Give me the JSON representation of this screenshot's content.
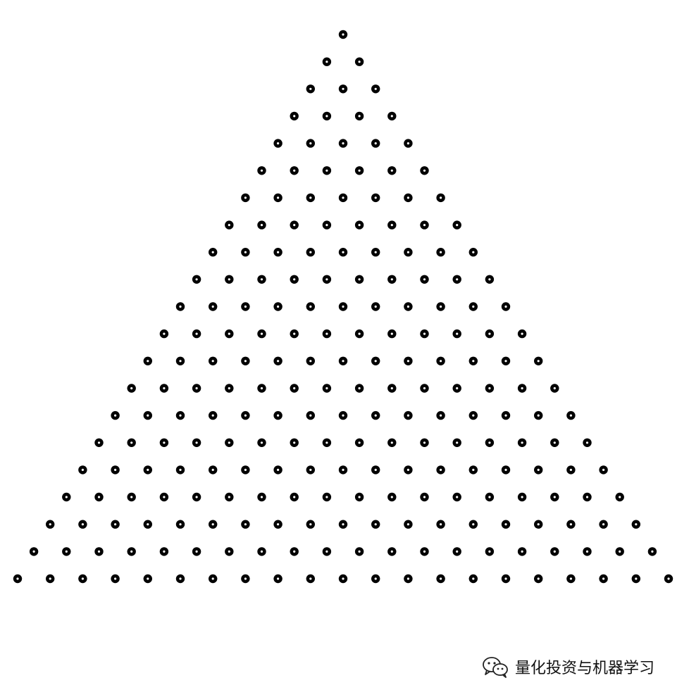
{
  "diagram": {
    "shape": "triangular dot array",
    "rows": 21,
    "dots_per_row": [
      1,
      2,
      3,
      4,
      5,
      6,
      7,
      8,
      9,
      10,
      11,
      12,
      13,
      14,
      15,
      16,
      17,
      18,
      19,
      20,
      21
    ],
    "dot_color": "#000000",
    "dot_center_color": "#ffffff",
    "background_color": "#ffffff"
  },
  "watermark": {
    "icon": "wechat-icon",
    "text": "量化投资与机器学习"
  }
}
